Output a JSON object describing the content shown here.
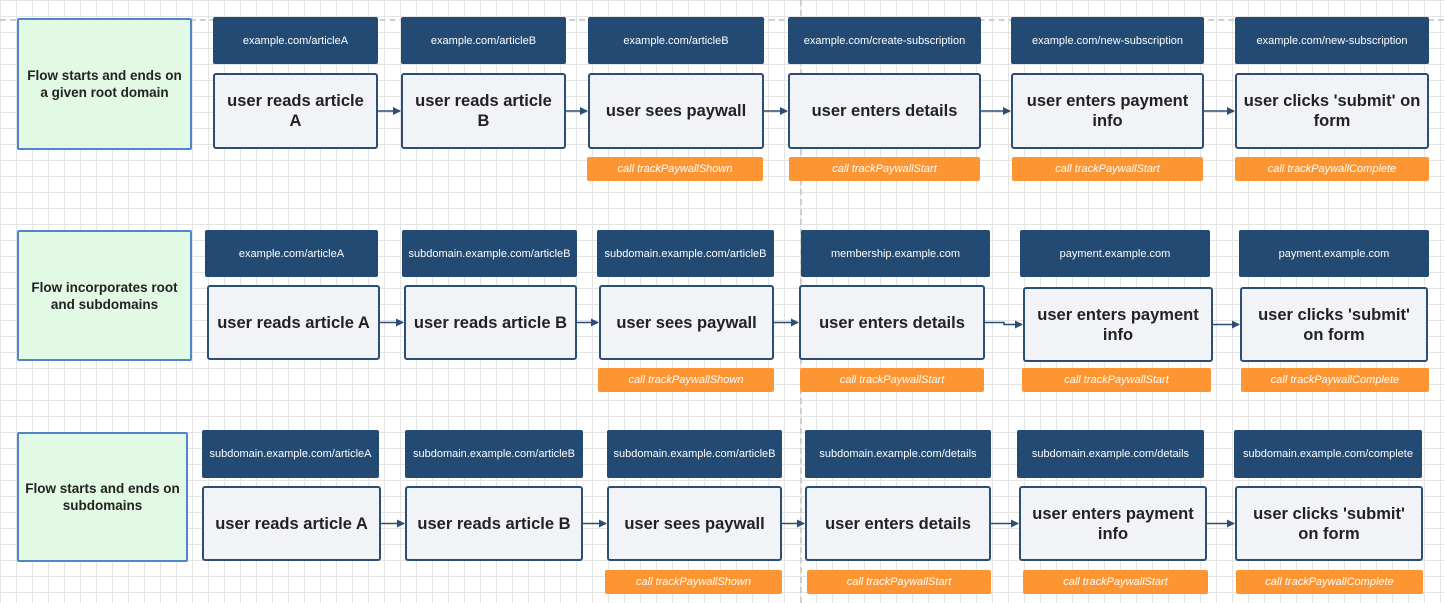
{
  "rows": [
    {
      "label": "Flow starts and ends on a given root domain",
      "urls": [
        "example.com/articleA",
        "example.com/articleB",
        "example.com/articleB",
        "example.com/create-subscription",
        "example.com/new-subscription",
        "example.com/new-subscription"
      ],
      "steps": [
        "user reads article A",
        "user reads article B",
        "user sees paywall",
        "user enters details",
        "user enters payment info",
        "user clicks 'submit' on form"
      ],
      "calls": [
        "",
        "",
        "call trackPaywallShown",
        "call trackPaywallStart",
        "call trackPaywallStart",
        "call trackPaywallComplete"
      ]
    },
    {
      "label": "Flow incorporates root and subdomains",
      "urls": [
        "example.com/articleA",
        "subdomain.example.com/articleB",
        "subdomain.example.com/articleB",
        "membership.example.com",
        "payment.example.com",
        "payment.example.com"
      ],
      "steps": [
        "user reads article A",
        "user reads article B",
        "user sees paywall",
        "user enters details",
        "user enters payment info",
        "user clicks 'submit' on form"
      ],
      "calls": [
        "",
        "",
        "call trackPaywallShown",
        "call trackPaywallStart",
        "call trackPaywallStart",
        "call trackPaywallComplete"
      ]
    },
    {
      "label": "Flow starts and ends on subdomains",
      "urls": [
        "subdomain.example.com/articleA",
        "subdomain.example.com/articleB",
        "subdomain.example.com/articleB",
        "subdomain.example.com/details",
        "subdomain.example.com/details",
        "subdomain.example.com/complete"
      ],
      "steps": [
        "user reads article A",
        "user reads article B",
        "user sees paywall",
        "user enters details",
        "user enters payment info",
        "user clicks 'submit' on form"
      ],
      "calls": [
        "",
        "",
        "call trackPaywallShown",
        "call trackPaywallStart",
        "call trackPaywallStart",
        "call trackPaywallComplete"
      ]
    }
  ],
  "colors": {
    "url_fill": "#234a72",
    "step_border": "#2b4e74",
    "call_fill": "#fd9632",
    "label_fill": "#e2f9e4",
    "label_border": "#4f85c9"
  }
}
